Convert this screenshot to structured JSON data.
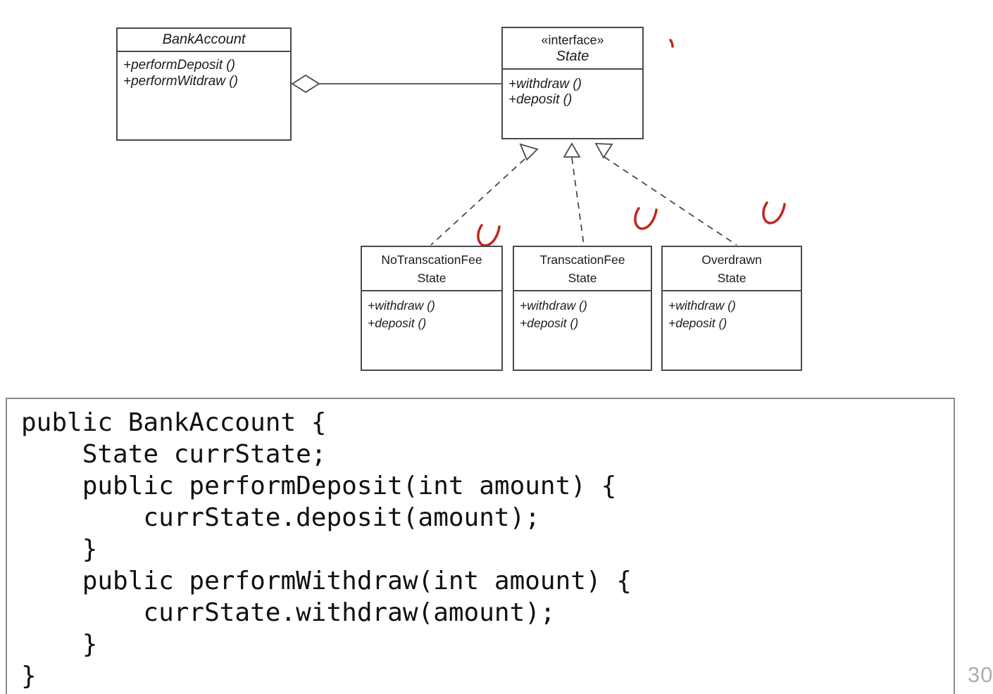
{
  "diagram": {
    "bank_account": {
      "title": "BankAccount",
      "methods": [
        "+performDeposit ()",
        "+performWitdraw ()"
      ]
    },
    "state_interface": {
      "stereotype": "«interface»",
      "title": "State",
      "methods": [
        "+withdraw ()",
        "+deposit ()"
      ]
    },
    "subclasses": [
      {
        "title_line1": "NoTranscationFee",
        "title_line2": "State",
        "methods": [
          "+withdraw ()",
          "+deposit ()"
        ]
      },
      {
        "title_line1": "TranscationFee",
        "title_line2": "State",
        "methods": [
          "+withdraw ()",
          "+deposit ()"
        ]
      },
      {
        "title_line1": "Overdrawn",
        "title_line2": "State",
        "methods": [
          "+withdraw ()",
          "+deposit ()"
        ]
      }
    ],
    "line_color": "#4a4a4a",
    "annotation_color": "#c1271f"
  },
  "code": {
    "lines": [
      "public BankAccount {",
      "    State currState;",
      "    public performDeposit(int amount) {",
      "        currState.deposit(amount);",
      "    }",
      "    public performWithdraw(int amount) {",
      "        currState.withdraw(amount);",
      "    }",
      "}"
    ]
  },
  "page_number": "30"
}
